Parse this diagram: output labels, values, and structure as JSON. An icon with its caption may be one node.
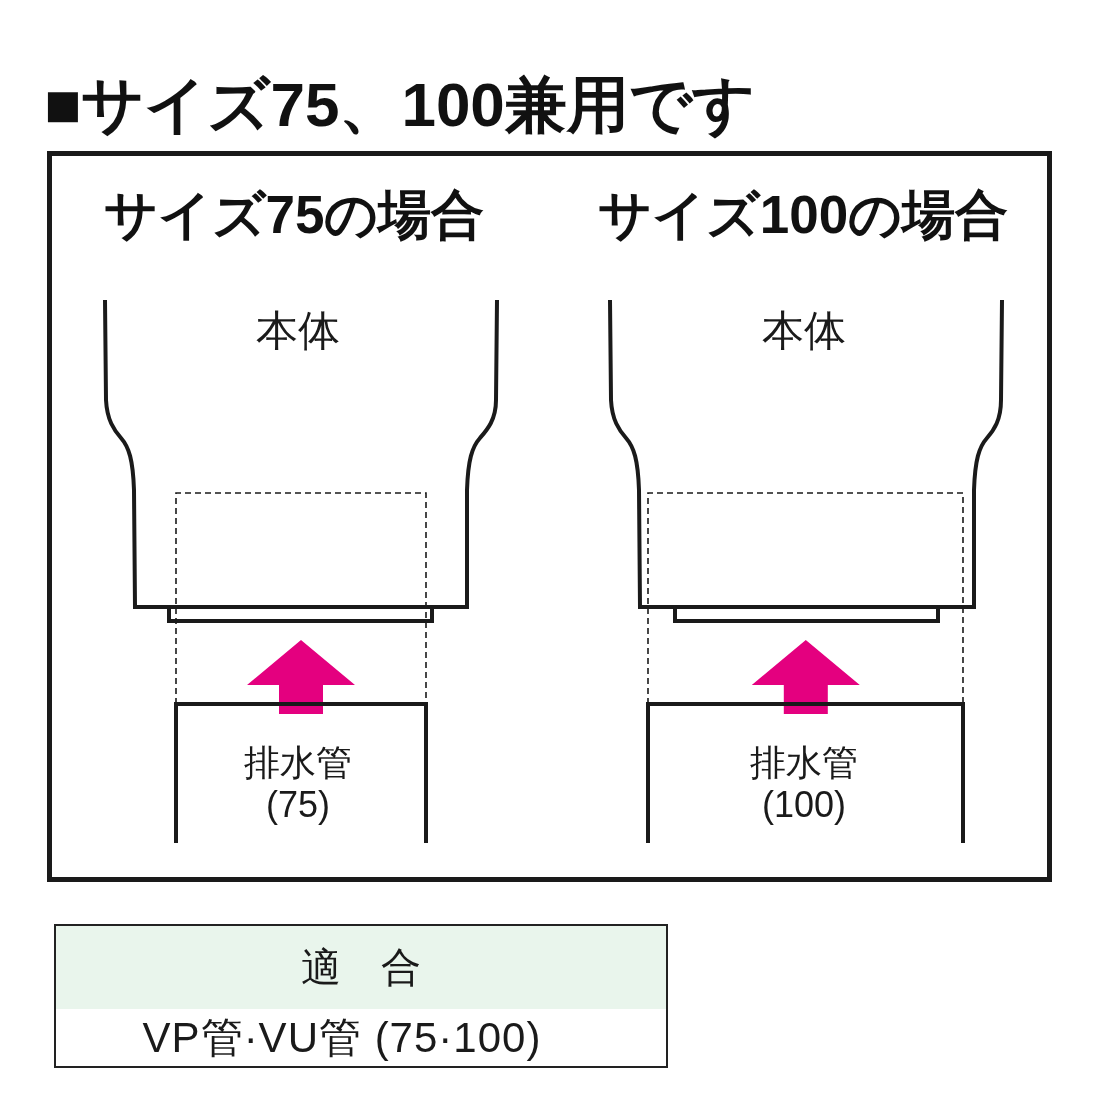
{
  "diagram": {
    "title": "■サイズ75、100兼用です",
    "nodes": [
      {
        "text": [],
        "shape": "box"
      },
      {
        "text": [
          "本体"
        ],
        "in": 0
      },
      {
        "text": [
          "排水管 (75)"
        ],
        "in": 0
      },
      {
        "text": [
          "本体"
        ],
        "in": 0
      },
      {
        "text": [
          "排水管 (100)"
        ],
        "in": 0
      }
    ],
    "edges": [
      {
        "from": 2,
        "to": 1,
        "arrow": "to",
        "style": "thick",
        "color": "#e4007f"
      },
      {
        "from": 4,
        "to": 3,
        "arrow": "to",
        "style": "thick",
        "color": "#e4007f"
      }
    ],
    "labels": [
      "サイズ75の場合",
      "サイズ100の場合",
      "適　合",
      "VP管·VU管 (75·100)"
    ]
  }
}
